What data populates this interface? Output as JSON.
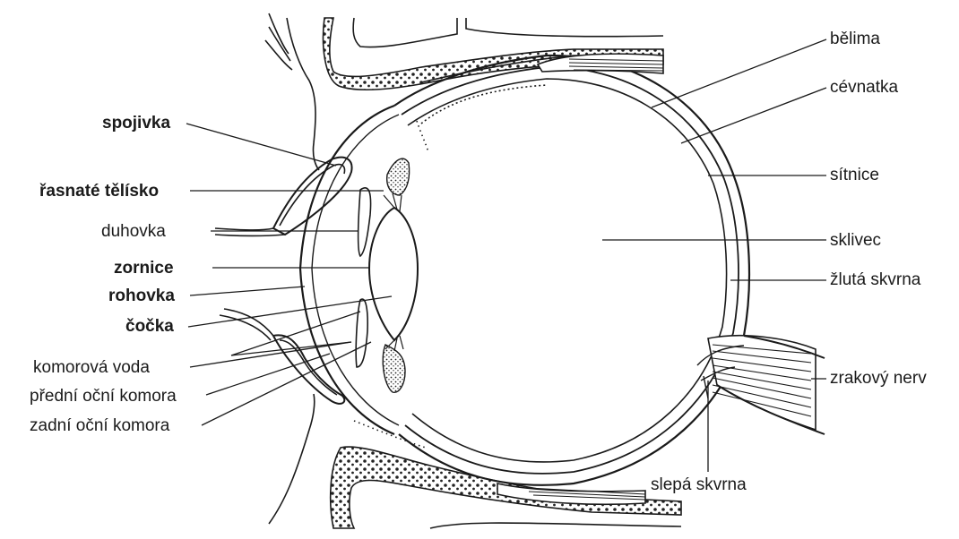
{
  "labels": {
    "belima": "bělima",
    "cevnatka": "cévnatka",
    "sitnice": "sítnice",
    "sklivec": "sklivec",
    "zluta_skvrna": "žlutá skvrna",
    "zrakovy_nerv": "zrakový nerv",
    "slepa_skvrna": "slepá skvrna",
    "spojivka": "spojivka",
    "rasnate_telisko": "řasnaté tělísko",
    "duhovka": "duhovka",
    "zornice": "zornice",
    "rohovka": "rohovka",
    "cocka": "čočka",
    "komorova_voda": "komorová voda",
    "predni_ocni_komora": "přední oční komora",
    "zadni_ocni_komora": "zadní oční komora"
  }
}
